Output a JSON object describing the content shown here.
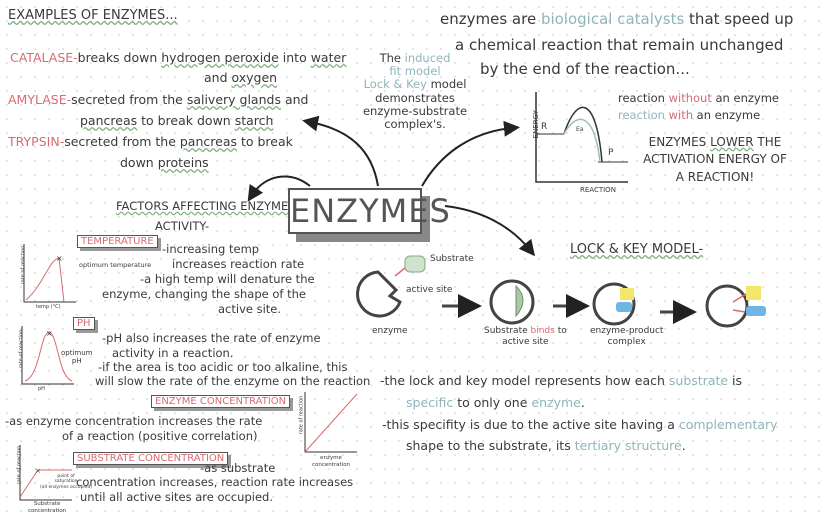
{
  "colors": {
    "accent_red": "#d86b72",
    "accent_blue": "#8fb5ba",
    "ink": "#3a3a3a",
    "highlight_yellow": "#f2e66b",
    "highlight_blue": "#6fb6e6"
  },
  "examples": {
    "title": "EXAMPLES OF ENZYMES...",
    "items": [
      {
        "name": "CATALASE-",
        "text": [
          "breaks down ",
          "hydrogen peroxide",
          " into ",
          "water"
        ],
        "text2": [
          "and ",
          "oxygen"
        ]
      },
      {
        "name": "AMYLASE-",
        "text": [
          "secreted from the ",
          "salivery glands",
          " and"
        ],
        "text2": [
          "pancreas",
          " to break down ",
          "starch"
        ]
      },
      {
        "name": "TRYPSIN-",
        "text": [
          "secreted from the ",
          "pancreas",
          " to break"
        ],
        "text2": [
          "down ",
          "proteins"
        ]
      }
    ]
  },
  "definition": {
    "pre": "enzymes are ",
    "highlight": "biological catalysts",
    "post": " that speed up",
    "line2": "a chemical reaction that remain unchanged",
    "line3": "by the end of the reaction..."
  },
  "induced": {
    "l1a": "The ",
    "l1b": "induced",
    "l2": "fit model",
    "l3a": "Lock & Key",
    "l3b": " model",
    "l4": "demonstrates",
    "l5": "enzyme-substrate",
    "l6": "complex's."
  },
  "central_title": "ENZYMES",
  "energy_graph": {
    "ylabel": "ENERGY",
    "xlabel": "REACTION",
    "r": "R",
    "p": "P",
    "ea": "Ea",
    "without": {
      "a": "reaction ",
      "b": "without",
      "c": " an enzyme"
    },
    "with": {
      "a": "reaction ",
      "b": "with",
      "c": " an enzyme"
    },
    "note": [
      "ENZYMES ",
      "LOWER",
      " THE",
      "ACTIVATION ENERGY OF",
      "A REACTION!"
    ]
  },
  "factors": {
    "title": "FACTORS AFFECTING ENZYME",
    "title2": "ACTIVITY-",
    "temperature": {
      "tag": "TEMPERATURE",
      "lines": [
        "-increasing temp",
        "increases reaction rate",
        "-a high temp will denature the",
        "enzyme, changing the shape of the",
        "active site."
      ],
      "graph_y": "rate of reaction",
      "graph_x": "temp (°C)",
      "optimum": "optimum temperature"
    },
    "ph": {
      "tag": "PH",
      "lines": [
        "-pH also increases the rate of enzyme",
        "activity in a reaction.",
        "-if the area is too acidic or too alkaline, this",
        "will slow the rate of the enzyme on the reaction"
      ],
      "graph_y": "rate of reaction",
      "graph_x": "pH",
      "optimum": "optimum",
      "optimum2": "pH"
    },
    "enzyme_conc": {
      "tag": "ENZYME CONCENTRATION",
      "lines": [
        "-as enzyme concentration increases the rate",
        "of a reaction (positive correlation)"
      ],
      "graph_y": "rate of reaction",
      "graph_x": "enzyme",
      "graph_x2": "concentration"
    },
    "substrate_conc": {
      "tag": "SUBSTRATE CONCENTRATION",
      "lines": [
        "-as substrate",
        "concentration increases, reaction rate increases",
        "until all active sites are occupied."
      ],
      "graph_y": "rate of reaction",
      "graph_x": "Substrate",
      "graph_x2": "concentration",
      "point": "point of",
      "point2": "saturation",
      "point3": "(all enzymes occupied)"
    }
  },
  "lock_key": {
    "title": "LOCK & KEY MODEL-",
    "substrate": "Substrate",
    "active_site": "active site",
    "enzyme": "enzyme",
    "binds": {
      "a": "Substrate ",
      "b": "binds",
      " c": "",
      "c": " to",
      "d": "active site"
    },
    "complex": {
      "a": "enzyme-product",
      "b": "complex"
    },
    "desc1": {
      "a": "-the lock and key model represents how each ",
      "b": "substrate",
      " c": "",
      "c": " is",
      "d": "specific",
      " e": "",
      "e": " to only one ",
      "f": "enzyme",
      "g": "."
    },
    "desc2": {
      "a": "-this specifity is due to the active site having a ",
      "b": "complementary",
      "c": "shape to the substrate, its ",
      "d": "tertiary structure",
      "e": "."
    }
  }
}
